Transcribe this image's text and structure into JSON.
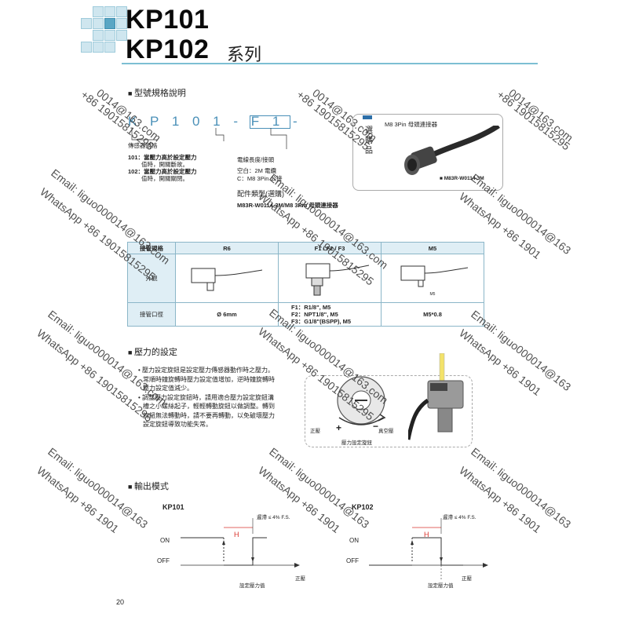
{
  "header": {
    "model1": "KP101",
    "model2": "KP102",
    "series": "系列"
  },
  "sections": {
    "model_spec": "型號規格說明",
    "pressure_setting": "壓力的設定",
    "output_mode": "輸出模式"
  },
  "model_code": {
    "code": "K P 1 0 1 - F 1 -",
    "type_label": "傳感器規格",
    "type_101": "101：當壓力高於設定壓力",
    "type_101b": "值時，開關斷故。",
    "type_102": "102：當壓力高於設定壓力",
    "type_102b": "值時，開關關閉。",
    "cable_label": "電線長度/接頭",
    "cable_blank": "空白：2M 電纜",
    "cable_c": "C：M8 3Pin 公接",
    "accessory_label": "配件類型(選購)",
    "accessory_value": "M83R-W0114-3M/M8 3Pin 母頭連接器",
    "select_label": "選購品",
    "connector_title": "M8 3Pin 母頭連接器",
    "connector_code": "■ M83R-W0114-3M"
  },
  "spec_table": {
    "col0": "接管規格",
    "col1": "R6",
    "col2": "F1 / F2 / F3",
    "col3": "M5",
    "row_appearance": "外觀",
    "row_pipe": "接管口徑",
    "pipe_r6": "Ø 6mm",
    "pipe_f1": "F1：R1/8\", M5",
    "pipe_f2": "F2：NPT1/8\", M5",
    "pipe_f3": "F3：G1/8\"(BSPP), M5",
    "pipe_m5": "M5*0.8",
    "m5_small": "M5"
  },
  "pressure_text": {
    "b1a": "• 壓力設定旋鈕是設定壓力傳感器動作時之壓力。",
    "b1b": "常順時鐘旋轉時壓力設定值增加，逆時鐘旋轉時",
    "b1c": "壓力設定值減少。",
    "b2a": "• 調整壓力設定旋鈕時，請用適合壓力設定旋鈕溝",
    "b2b": "槽之小螺絲起子，輕輕轉動旋鈕以做調整。轉到",
    "b2c": "旋鈕無法轉動時，請不要再轉動，以免破壞壓力",
    "b2d": "設定旋鈕導致功能失常。",
    "knob_pos": "正壓",
    "knob_neg": "真空壓",
    "knob_label": "壓力設定旋鈕",
    "plus": "+",
    "minus": "−"
  },
  "output": {
    "kp101": "KP101",
    "kp102": "KP102",
    "on": "ON",
    "off": "OFF",
    "hyst": "遲滯 ≤ 4% F.S.",
    "h": "H",
    "pos": "正壓",
    "setp": "設定壓力值"
  },
  "watermark": {
    "email": "Email: liguo000014@163.com",
    "whatsapp": "WhatsApp +86 19015815295",
    "frag_email1": "0014@163.com",
    "frag_wa1": "+86 19015815295",
    "frag_email2": "Email: liguo000014@163",
    "frag_wa2": "WhatsApp +86 1901"
  },
  "page_number": "20",
  "colors": {
    "accent": "#4a90b8",
    "rule": "#7dbfd3",
    "tablehead": "#dfeef5",
    "hyst": "#d9322b"
  }
}
